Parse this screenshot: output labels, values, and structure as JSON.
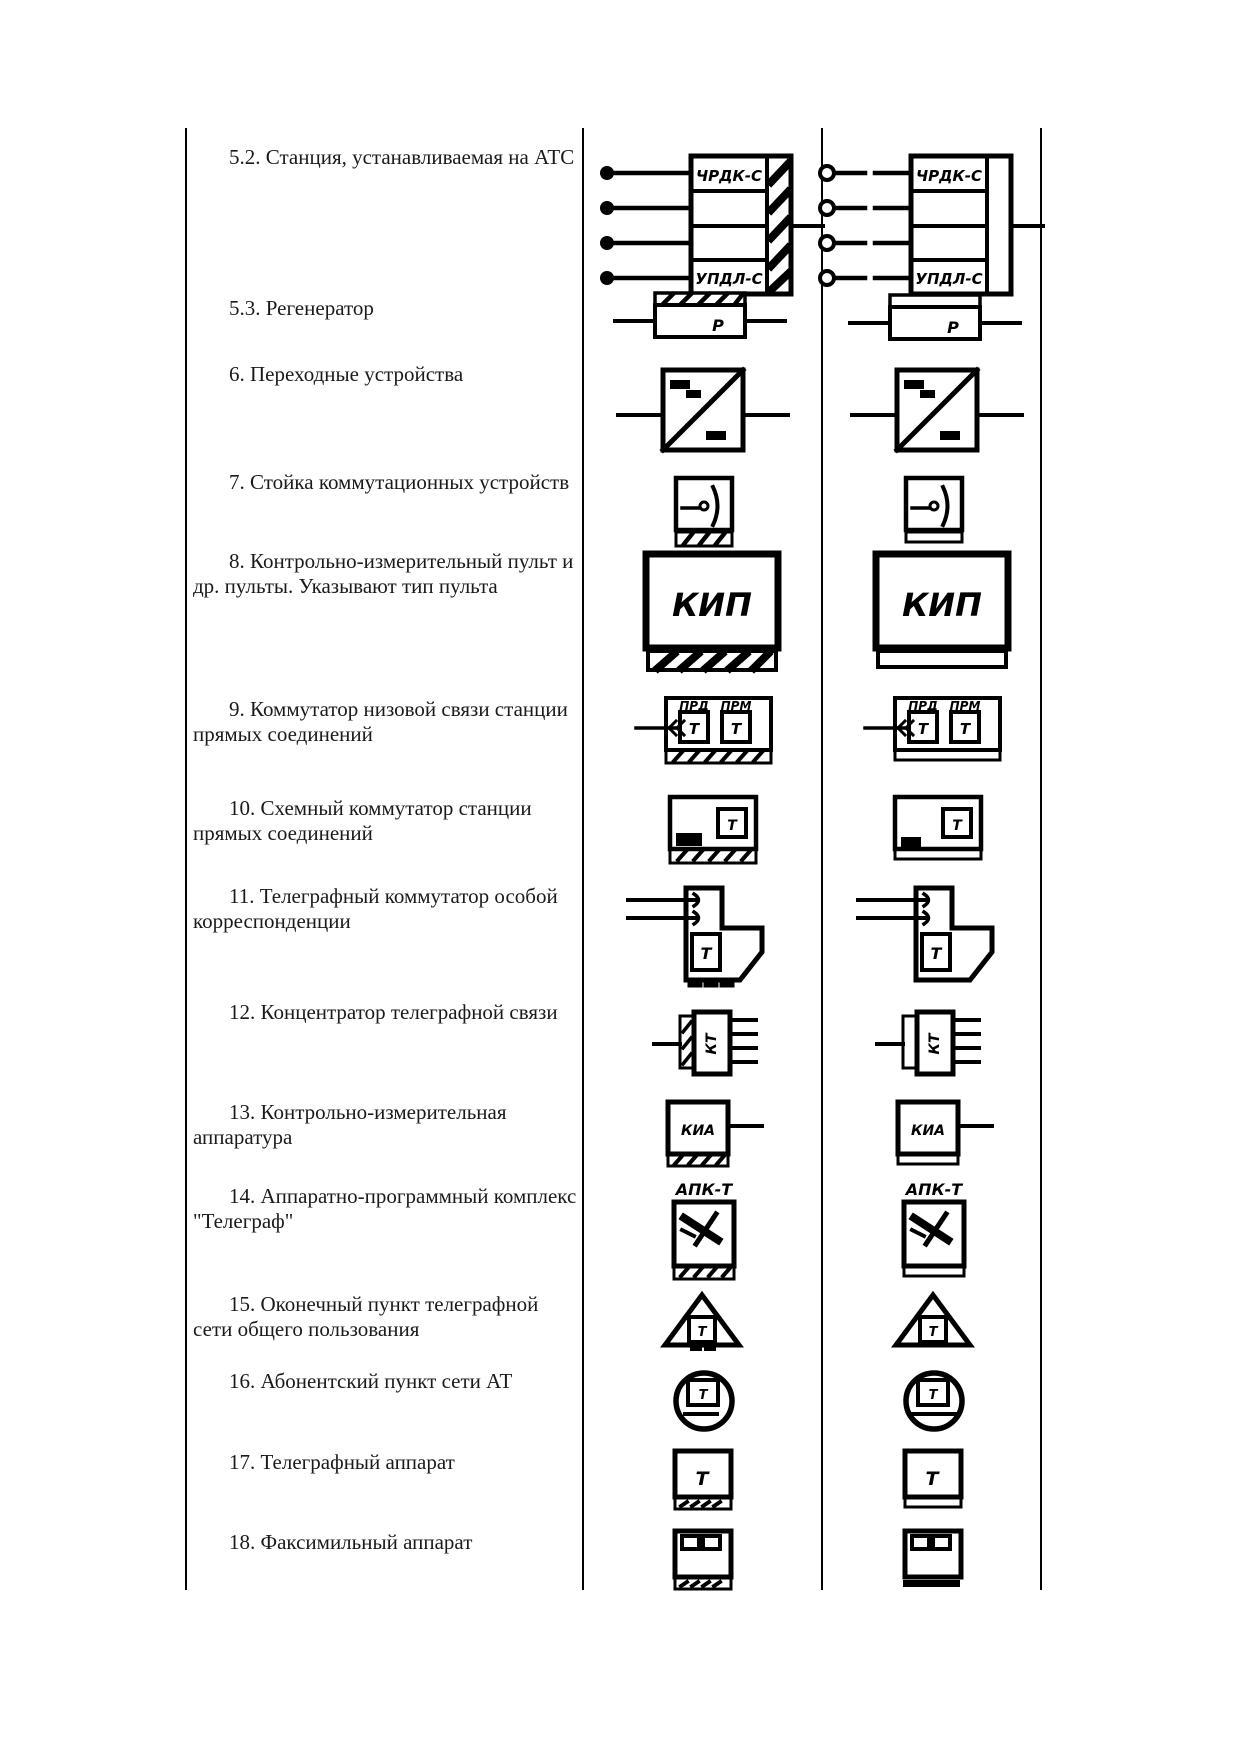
{
  "page": {
    "paper_color": "#ffffff",
    "ink_color": "#000000"
  },
  "rows": [
    {
      "lines": [
        "5.2. Станция, устанавливаемая на АТС"
      ],
      "sym": {
        "top_label": "ЧРДК-С",
        "bottom_label": "УПДЛ-С"
      }
    },
    {
      "lines": [
        "5.3. Регенератор"
      ],
      "sym": {
        "label": "Р"
      }
    },
    {
      "lines": [
        "6. Переходные устройства"
      ]
    },
    {
      "lines": [
        "7. Стойка коммутационных устройств"
      ]
    },
    {
      "lines": [
        "8. Контрольно-измерительный пульт и",
        "др. пульты. Указывают тип пульта"
      ],
      "sym": {
        "label": "КИП"
      }
    },
    {
      "lines": [
        "9. Коммутатор низовой связи станции",
        "прямых соединений"
      ],
      "sym": {
        "prd": "ПРД",
        "prm": "ПРМ",
        "t": "Т"
      }
    },
    {
      "lines": [
        "10. Схемный коммутатор станции",
        "прямых соединений"
      ],
      "sym": {
        "t": "Т"
      }
    },
    {
      "lines": [
        "11. Телеграфный коммутатор особой",
        "корреспонденции"
      ],
      "sym": {
        "t": "Т"
      }
    },
    {
      "lines": [
        "12. Концентратор телеграфной связи"
      ],
      "sym": {
        "label": "КТ"
      }
    },
    {
      "lines": [
        "13. Контрольно-измерительная",
        "аппаратура"
      ],
      "sym": {
        "label": "КИА"
      }
    },
    {
      "lines": [
        "14. Аппаратно-программный комплекс",
        "\"Телеграф\""
      ],
      "sym": {
        "label": "АПК-Т"
      }
    },
    {
      "lines": [
        "15. Оконечный пункт телеграфной",
        "сети общего пользования"
      ],
      "sym": {
        "t": "Т"
      }
    },
    {
      "lines": [
        "16. Абонентский пункт сети АТ"
      ],
      "sym": {
        "t": "Т"
      }
    },
    {
      "lines": [
        "17. Телеграфный аппарат"
      ],
      "sym": {
        "t": "Т"
      }
    },
    {
      "lines": [
        "18. Факсимильный аппарат"
      ]
    }
  ]
}
